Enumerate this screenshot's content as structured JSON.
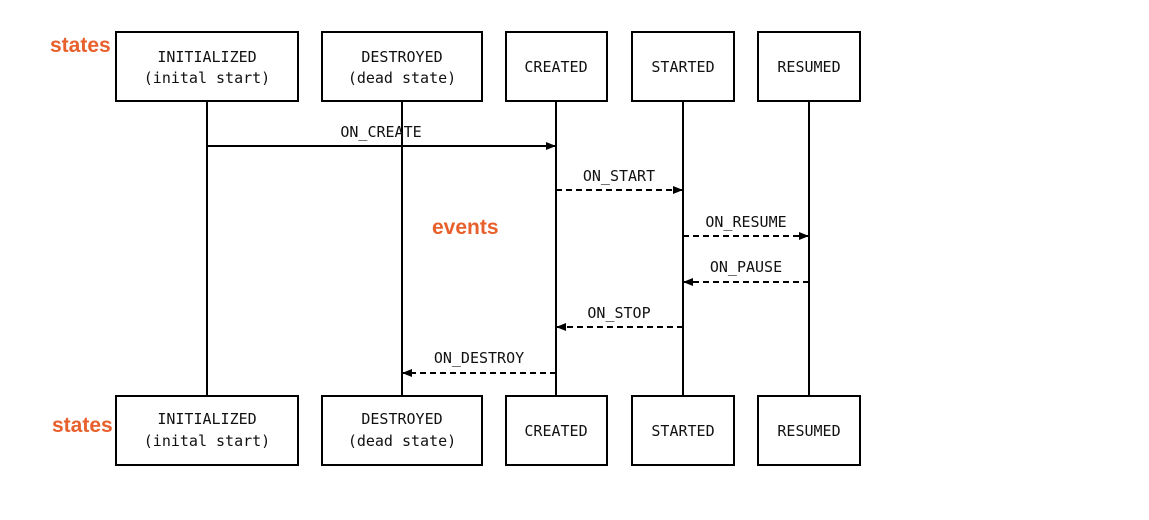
{
  "annotations": {
    "states_top": "states",
    "states_bottom": "states",
    "events": "events",
    "color": "#e8602c"
  },
  "states_top": [
    {
      "id": "initialized",
      "line1": "INITIALIZED",
      "line2": "(inital start)"
    },
    {
      "id": "destroyed",
      "line1": "DESTROYED",
      "line2": "(dead state)"
    },
    {
      "id": "created",
      "line1": "CREATED",
      "line2": ""
    },
    {
      "id": "started",
      "line1": "STARTED",
      "line2": ""
    },
    {
      "id": "resumed",
      "line1": "RESUMED",
      "line2": ""
    }
  ],
  "states_bottom": [
    {
      "id": "initialized",
      "line1": "INITIALIZED",
      "line2": "(inital start)"
    },
    {
      "id": "destroyed",
      "line1": "DESTROYED",
      "line2": "(dead state)"
    },
    {
      "id": "created",
      "line1": "CREATED",
      "line2": ""
    },
    {
      "id": "started",
      "line1": "STARTED",
      "line2": ""
    },
    {
      "id": "resumed",
      "line1": "RESUMED",
      "line2": ""
    }
  ],
  "events": [
    {
      "id": "on-create",
      "label": "ON_CREATE",
      "from": "INITIALIZED",
      "to": "CREATED",
      "style": "solid"
    },
    {
      "id": "on-start",
      "label": "ON_START",
      "from": "CREATED",
      "to": "STARTED",
      "style": "dashed"
    },
    {
      "id": "on-resume",
      "label": "ON_RESUME",
      "from": "STARTED",
      "to": "RESUMED",
      "style": "dashed"
    },
    {
      "id": "on-pause",
      "label": "ON_PAUSE",
      "from": "RESUMED",
      "to": "STARTED",
      "style": "dashed"
    },
    {
      "id": "on-stop",
      "label": "ON_STOP",
      "from": "STARTED",
      "to": "CREATED",
      "style": "dashed"
    },
    {
      "id": "on-destroy",
      "label": "ON_DESTROY",
      "from": "CREATED",
      "to": "DESTROYED",
      "style": "dashed"
    }
  ]
}
